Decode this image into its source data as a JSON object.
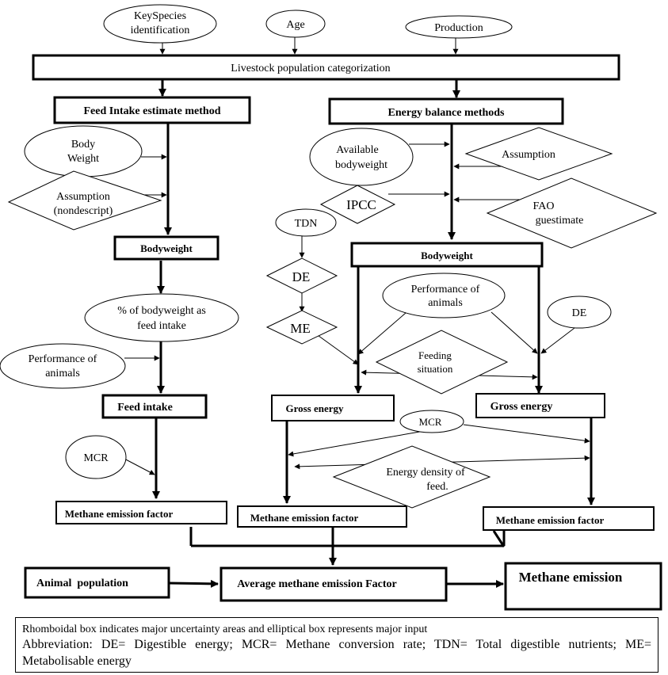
{
  "diagram": {
    "inputs": {
      "key_species": [
        "KeySpecies",
        "identification"
      ],
      "age": "Age",
      "production": "Production"
    },
    "livestock_categorization": "Livestock population categorization",
    "left": {
      "method": "Feed Intake estimate method",
      "body_weight": [
        "Body",
        "Weight"
      ],
      "assumption": [
        "Assumption",
        "(nondescript)"
      ],
      "bodyweight": "Bodyweight",
      "percent_bodyweight": [
        "% of bodyweight as",
        "feed intake"
      ],
      "performance": [
        "Performance of",
        "animals"
      ],
      "feed_intake": "Feed intake",
      "mcr": "MCR",
      "methane_factor": "Methane emission factor"
    },
    "right": {
      "method": "Energy balance methods",
      "available_bodyweight": [
        "Available",
        "bodyweight"
      ],
      "assumption": "Assumption",
      "ipcc": "IPCC",
      "fao": [
        "FAO",
        "guestimate"
      ],
      "tdn": "TDN",
      "de": "DE",
      "me": "ME",
      "bodyweight": "Bodyweight",
      "performance": [
        "Performance of",
        "animals"
      ],
      "de_right": "DE",
      "feeding_situation": [
        "Feeding",
        "situation"
      ],
      "gross_energy_left": "Gross energy",
      "gross_energy_right": "Gross energy",
      "mcr": "MCR",
      "energy_density": [
        "Energy density of",
        "feed."
      ],
      "methane_factor_mid": "Methane emission factor",
      "methane_factor_right": "Methane emission factor"
    },
    "bottom": {
      "animal_population": "Animal  population",
      "average_factor": "Average methane emission Factor",
      "methane_emission": "Methane emission"
    }
  },
  "note": {
    "line1": "Rhomboidal box indicates major uncertainty areas and elliptical box represents major input",
    "line2": "Abbreviation: DE= Digestible energy; MCR= Methane conversion rate; TDN= Total digestible nutrients; ME= Metabolisable energy"
  }
}
